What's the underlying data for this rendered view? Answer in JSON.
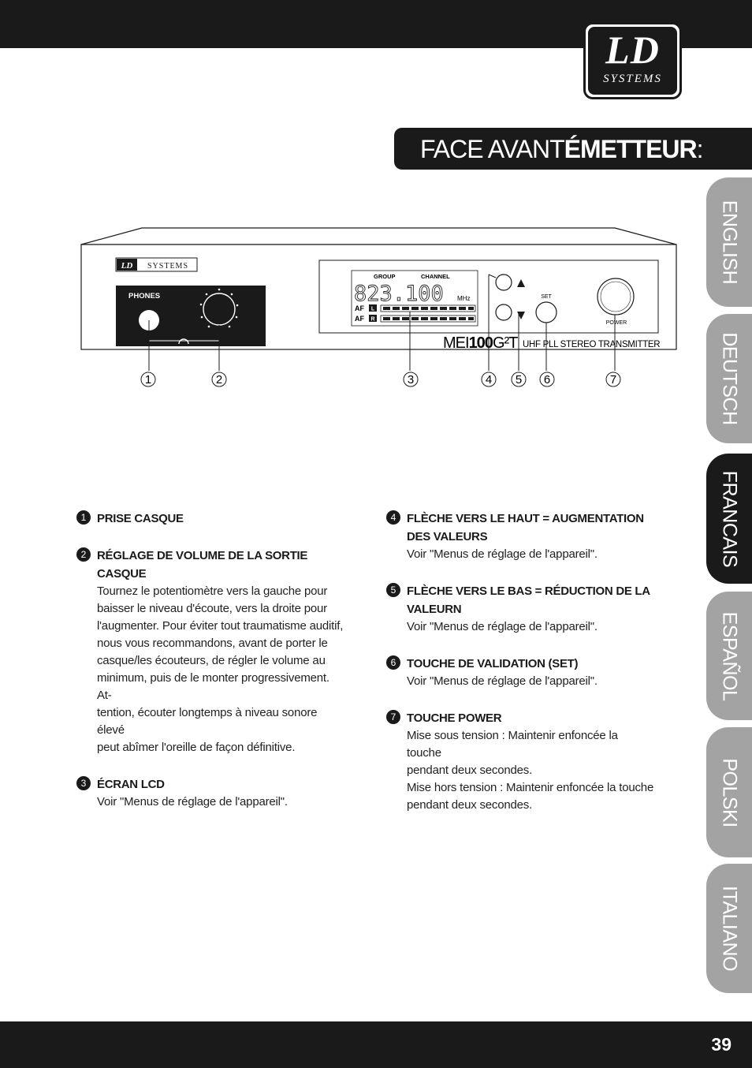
{
  "logo": {
    "main": "LD",
    "sub": "SYSTEMS"
  },
  "title": {
    "light": "FACE AVANT",
    "bold": "ÉMETTEUR",
    "suffix": ":"
  },
  "tabs": [
    {
      "label": "ENGLISH",
      "active": false
    },
    {
      "label": "DEUTSCH",
      "active": false
    },
    {
      "label": "FRANCAIS",
      "active": true
    },
    {
      "label": "ESPAÑOL",
      "active": false
    },
    {
      "label": "POLSKI",
      "active": false
    },
    {
      "label": "ITALIANO",
      "active": false
    }
  ],
  "device": {
    "brand_ld": "LD",
    "brand_systems": "SYSTEMS",
    "phones_label": "PHONES",
    "lcd_group": "GROUP",
    "lcd_channel": "CHANNEL",
    "lcd_frequency": "823.100",
    "lcd_unit": "MHz",
    "lcd_af": "AF",
    "lcd_l": "L",
    "lcd_r": "R",
    "set_label": "SET",
    "power_label": "POWER",
    "model_prefix": "MEI",
    "model_number": "100",
    "model_suffix": "G²T",
    "model_desc": "UHF PLL STEREO TRANSMITTER",
    "callouts": [
      "1",
      "2",
      "3",
      "4",
      "5",
      "6",
      "7"
    ]
  },
  "items": [
    {
      "num": "1",
      "title": "PRISE CASQUE",
      "body": ""
    },
    {
      "num": "2",
      "title": "RÉGLAGE DE VOLUME DE LA SORTIE CASQUE",
      "body": "Tournez le potentiomètre vers la gauche pour\nbaisser le niveau d'écoute, vers la droite pour\nl'augmenter. Pour éviter tout traumatisme auditif,\nnous vous recommandons, avant de porter le\ncasque/les écouteurs, de régler le volume au\nminimum, puis de le monter progressivement. At-\ntention, écouter longtemps à niveau sonore élevé\npeut abîmer l'oreille de façon définitive."
    },
    {
      "num": "3",
      "title": "ÉCRAN LCD",
      "body": "Voir \"Menus de réglage de l'appareil\"."
    },
    {
      "num": "4",
      "title": "FLÈCHE VERS LE HAUT = AUGMENTATION DES VALEURS",
      "body": "Voir \"Menus de réglage de l'appareil\"."
    },
    {
      "num": "5",
      "title": "FLÈCHE VERS LE BAS = RÉDUCTION DE LA VALEURN",
      "body": "Voir \"Menus de réglage de l'appareil\"."
    },
    {
      "num": "6",
      "title": "TOUCHE DE VALIDATION (SET)",
      "body": "Voir \"Menus de réglage de l'appareil\"."
    },
    {
      "num": "7",
      "title": "TOUCHE POWER",
      "body": "Mise sous tension : Maintenir enfoncée la touche\npendant deux secondes.\nMise hors tension : Maintenir enfoncée la touche\npendant deux secondes."
    }
  ],
  "page_number": "39"
}
